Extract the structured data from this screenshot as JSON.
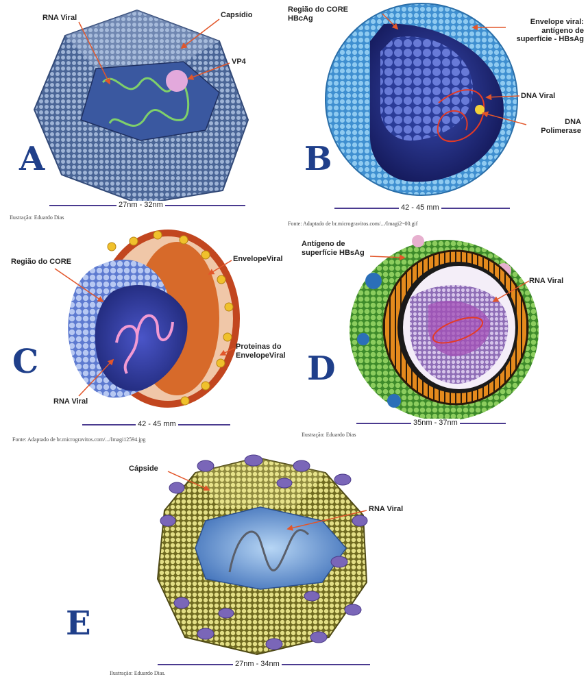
{
  "panels": {
    "A": {
      "letter": "A",
      "labels": {
        "rna": "RNA Viral",
        "capsid": "Capsídio",
        "vp": "VP4"
      },
      "scale": "27nm - 32nm",
      "credit": "Ilustração: Eduardo Dias"
    },
    "B": {
      "letter": "B",
      "labels": {
        "core": "Região do CORE HBcAg",
        "envelope": "Envelope viral: antígeno de superfície - HBsAg",
        "dna": "DNA Viral",
        "polymerase": "DNA Polimerase"
      },
      "scale": "42 - 45 mm",
      "credit": "Fonte: Adaptado de br.microgravitos.com/.../Imagi2~00.gif"
    },
    "C": {
      "letter": "C",
      "labels": {
        "core": "Região do CORE",
        "envelope": "EnvelopeViral",
        "proteins": "Proteinas do EnvelopeViral",
        "rna": "RNA Viral"
      },
      "scale": "42 - 45 mm",
      "credit": "Fonte: Adaptado de br.microgravitos.com/.../Imagi12594.jpg"
    },
    "D": {
      "letter": "D",
      "labels": {
        "antigen": "Antígeno de superfície HBsAg",
        "rna": "RNA Viral"
      },
      "scale": "35nm - 37nm",
      "credit": "Ilustração: Eduardo Dias"
    },
    "E": {
      "letter": "E",
      "labels": {
        "capsid": "Cápside",
        "rna": "RNA Viral"
      },
      "scale": "27nm - 34nm",
      "credit": "Ilustração: Eduardo Dias."
    }
  },
  "colors": {
    "letter": "#1f3f8a",
    "scale_bar": "#4a3a8f",
    "arrow": "#e2562a",
    "a_capsid": "#5f7bb0",
    "b_envelope": "#5aa9dd",
    "b_core": "#2b3d9a",
    "c_envelope": "#c2461f",
    "c_core": "#4f66c8",
    "d_membrane": "#5cab3f",
    "d_ring": "#e48a1d",
    "d_core": "#b89ad4",
    "e_capsid": "#c9c25b",
    "e_core": "#6d9fd8",
    "e_spikes": "#7a66b8"
  }
}
